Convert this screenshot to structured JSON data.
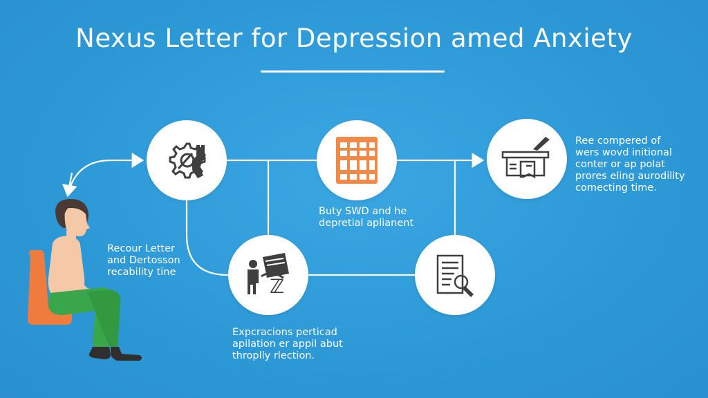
{
  "title": "Nexus Letter for Depression amed Anxiety",
  "colors": {
    "background": "#2e9bd9",
    "node_fill": "#ffffff",
    "connector": "#ffffff",
    "icon_dark": "#3f3f3f",
    "icon_accent": "#f08a4b",
    "chair": "#f07b3f",
    "skin": "#f5c9a8",
    "hair": "#4a3a36",
    "pants": "#3aa64b"
  },
  "nodes": [
    {
      "id": "gear-hammer",
      "icon": "gear-wrench-icon"
    },
    {
      "id": "calendar",
      "icon": "calendar-grid-icon"
    },
    {
      "id": "document-stamp",
      "icon": "desk-document-pen-icon"
    },
    {
      "id": "person-board",
      "icon": "person-presentation-icon"
    },
    {
      "id": "doc-magnify",
      "icon": "document-magnifier-icon"
    }
  ],
  "captions": {
    "left": [
      "Recour Letter",
      "and Dertosson",
      "recability tine"
    ],
    "middle": [
      "Buty SWD and he",
      "depretial aplianent"
    ],
    "right": [
      "Ree compered of",
      "wers wovd initional",
      "conter or ap polat",
      "prores eling aurodility",
      "comecting time."
    ],
    "bottom": [
      "Expcracions perticad",
      "apilation er appil abut",
      "throplly rlection."
    ]
  }
}
